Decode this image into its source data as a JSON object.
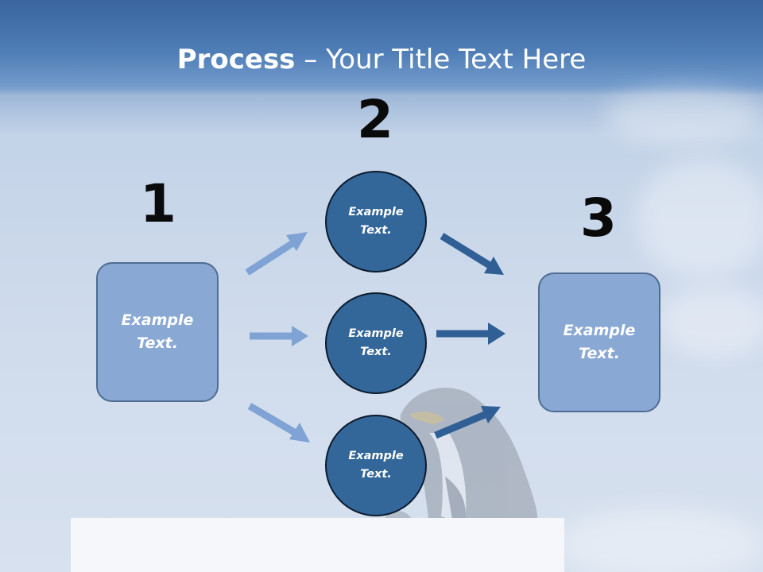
{
  "slide": {
    "title_bold": "Process",
    "title_rest": " – Your Title Text Here"
  },
  "steps": [
    {
      "number": "1"
    },
    {
      "number": "2"
    },
    {
      "number": "3"
    }
  ],
  "left_box": {
    "text": "Example\nText."
  },
  "circles": [
    {
      "text": "Example\nText."
    },
    {
      "text": "Example\nText."
    },
    {
      "text": "Example\nText."
    }
  ],
  "right_box": {
    "text": "Example\nText."
  },
  "colors": {
    "box_fill": "#89a8d4",
    "circle_fill": "#336699",
    "arrow_light": "#7ea3d4",
    "arrow_dark": "#2f5f95"
  },
  "decor": {
    "background_image": "penguin-on-ice-sky-photo"
  }
}
